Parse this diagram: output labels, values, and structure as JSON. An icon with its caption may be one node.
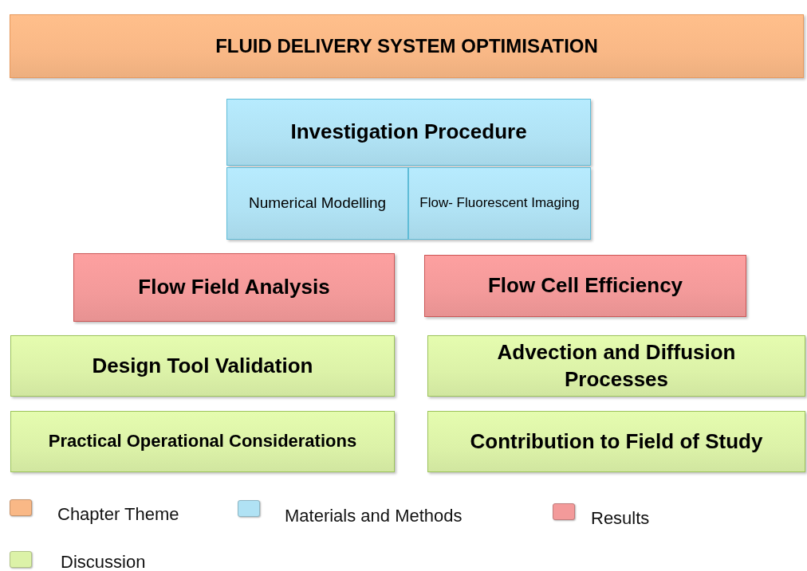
{
  "diagram": {
    "nodes": [
      {
        "text": [
          "FLUID DELIVERY SYSTEM OPTIMISATION"
        ]
      },
      {
        "text": [
          "Investigation Procedure"
        ]
      },
      {
        "text": [
          "Numerical Modelling"
        ]
      },
      {
        "text": [
          "Flow- Fluorescent Imaging"
        ]
      },
      {
        "text": [
          "Flow Field Analysis"
        ]
      },
      {
        "text": [
          "Flow Cell Efficiency"
        ]
      },
      {
        "text": [
          "Design Tool Validation"
        ]
      },
      {
        "text": [
          "Advection and Diffusion Processes"
        ]
      },
      {
        "text": [
          "Practical Operational Considerations"
        ]
      },
      {
        "text": [
          "Contribution to Field of Study"
        ]
      }
    ],
    "legend": [
      {
        "text": "Chapter Theme",
        "color": "#f9b886"
      },
      {
        "text": "Materials and Methods",
        "color": "#b0e2f4"
      },
      {
        "text": "Results",
        "color": "#f39a9a"
      },
      {
        "text": "Discussion",
        "color": "#dcf2a8"
      }
    ]
  }
}
